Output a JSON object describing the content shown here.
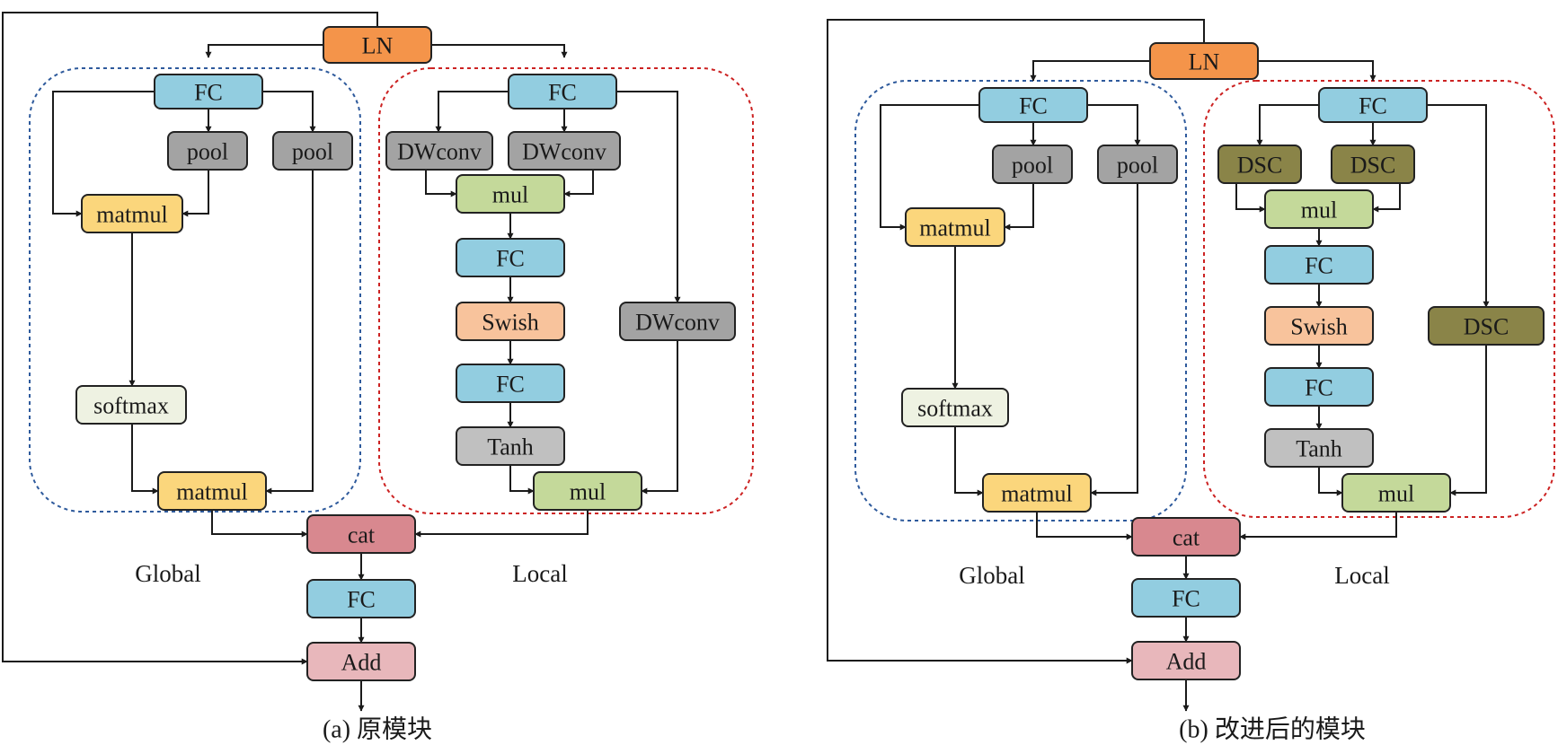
{
  "colors": {
    "ln": "#f4944a",
    "fc": "#92cde0",
    "pool": "#a3a3a3",
    "matmul": "#fbd67c",
    "softmax": "#eef2e2",
    "dwconv": "#a3a3a3",
    "dsc": "#8a8448",
    "mul": "#c4d99a",
    "swish": "#f8c39c",
    "tanh": "#c0c0c0",
    "cat": "#d8888f",
    "add": "#e8b7bb",
    "global_border": "#2e5a9c",
    "local_border": "#cc2222"
  },
  "panels": [
    {
      "caption": "(a) 原模块",
      "global_label": "Global",
      "local_label": "Local",
      "nodes": {
        "ln": "LN",
        "g_fc": "FC",
        "g_pool1": "pool",
        "g_pool2": "pool",
        "g_matmul1": "matmul",
        "g_softmax": "softmax",
        "g_matmul2": "matmul",
        "l_fc": "FC",
        "l_conv1": "DWconv",
        "l_conv2": "DWconv",
        "l_mul1": "mul",
        "l_fc2": "FC",
        "l_swish": "Swish",
        "l_fc3": "FC",
        "l_tanh": "Tanh",
        "l_conv3": "DWconv",
        "l_mul2": "mul",
        "cat": "cat",
        "fc_out": "FC",
        "add": "Add"
      }
    },
    {
      "caption": "(b) 改进后的模块",
      "global_label": "Global",
      "local_label": "Local",
      "nodes": {
        "ln": "LN",
        "g_fc": "FC",
        "g_pool1": "pool",
        "g_pool2": "pool",
        "g_matmul1": "matmul",
        "g_softmax": "softmax",
        "g_matmul2": "matmul",
        "l_fc": "FC",
        "l_conv1": "DSC",
        "l_conv2": "DSC",
        "l_mul1": "mul",
        "l_fc2": "FC",
        "l_swish": "Swish",
        "l_fc3": "FC",
        "l_tanh": "Tanh",
        "l_conv3": "DSC",
        "l_mul2": "mul",
        "cat": "cat",
        "fc_out": "FC",
        "add": "Add"
      }
    }
  ]
}
